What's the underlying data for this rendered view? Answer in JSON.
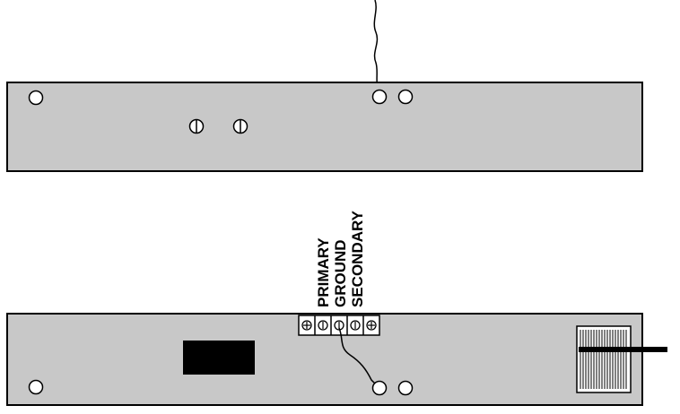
{
  "terminal_labels": {
    "primary": "PRIMARY",
    "ground": "GROUND",
    "secondary": "SECONDARY"
  },
  "colors": {
    "panel_fill": "#c8c8c8",
    "outline": "#000000",
    "hole_fill": "#ffffff",
    "block_fill": "#000000"
  }
}
